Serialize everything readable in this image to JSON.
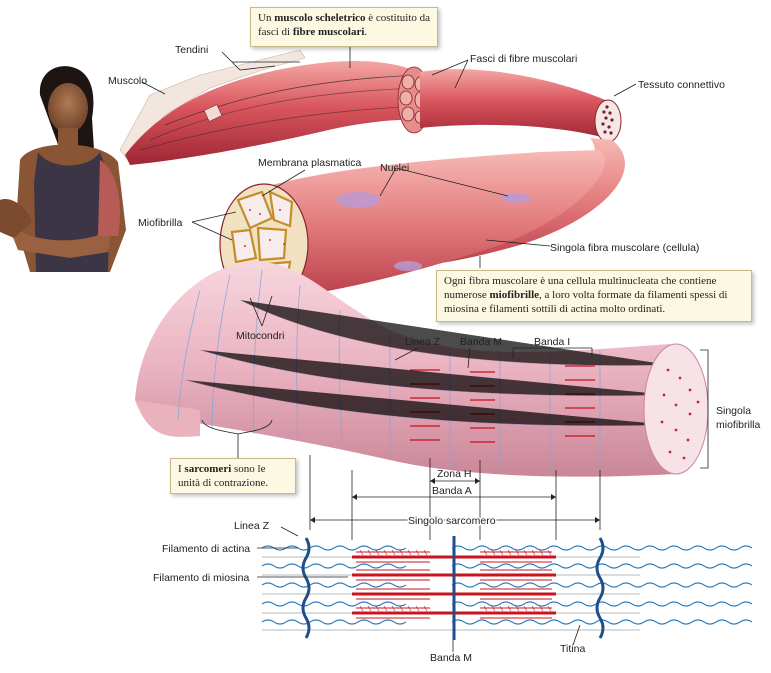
{
  "callouts": {
    "top": {
      "pre": "Un ",
      "b1": "muscolo scheletrico",
      "mid": " è costituito da fasci di ",
      "b2": "fibre muscolari",
      "post": "."
    },
    "mid": {
      "pre": "Ogni fibra muscolare è una cellula multinucleata che contiene numerose ",
      "b1": "miofibrille",
      "post": ", a loro volta formate da filamenti spessi di miosina e filamenti sottili di actina molto ordinati."
    },
    "bottom": {
      "pre": "I ",
      "b1": "sarcomeri",
      "post": " sono le unità di contrazione."
    }
  },
  "labels": {
    "tendini": "Tendini",
    "muscolo": "Muscolo",
    "fasci": "Fasci di fibre muscolari",
    "tessuto": "Tessuto connettivo",
    "membrana": "Membrana plasmatica",
    "nuclei": "Nuclei",
    "miofibrilla": "Miofibrilla",
    "singola_fibra": "Singola fibra muscolare (cellula)",
    "mitocondri": "Mitocondri",
    "linea_z_top": "Linea Z",
    "banda_m_top": "Banda M",
    "banda_i": "Banda I",
    "singola_miofibrilla_1": "Singola",
    "singola_miofibrilla_2": "miofibrilla",
    "zona_h": "Zona H",
    "banda_a": "Banda A",
    "singolo_sarcomero": "Singolo sarcomero",
    "linea_z": "Linea Z",
    "filamento_actina": "Filamento di actina",
    "filamento_miosina": "Filamento di miosina",
    "banda_m_bottom": "Banda M",
    "titina": "Titina"
  },
  "colors": {
    "muscle": "#d9555d",
    "muscle_light": "#f0a0a0",
    "fibril_pink": "#f2c6d0",
    "actin": "#2f7fc0",
    "myosin": "#c8141e",
    "callout_bg": "#fdf8e2"
  }
}
